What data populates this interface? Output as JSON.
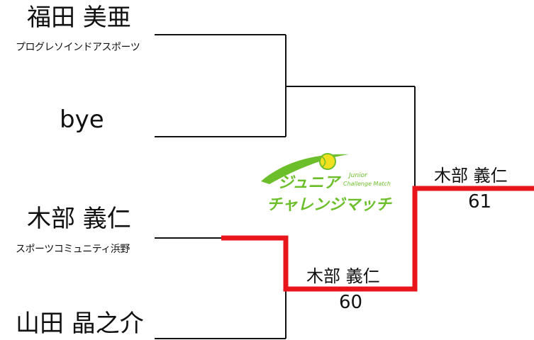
{
  "players": [
    {
      "name": "福田 美亜",
      "club": "プログレソインドアスポーツ"
    },
    {
      "name": "bye",
      "club": ""
    },
    {
      "name": "木部 義仁",
      "club": "スポーツコミュニティ浜野"
    },
    {
      "name": "山田 晶之介",
      "club": ""
    }
  ],
  "semifinal": {
    "winner": "木部 義仁",
    "score": "60"
  },
  "final": {
    "winner": "木部 義仁",
    "score": "61"
  },
  "logo": {
    "line1": "ジュニア",
    "line2": "チャレンジマッチ",
    "subtitle1": "Junior",
    "subtitle2": "Challenge Match"
  },
  "colors": {
    "line": "#111111",
    "highlight": "#e8161b",
    "logo_green": "#6cbf2a",
    "logo_yellow": "#f0e020"
  }
}
